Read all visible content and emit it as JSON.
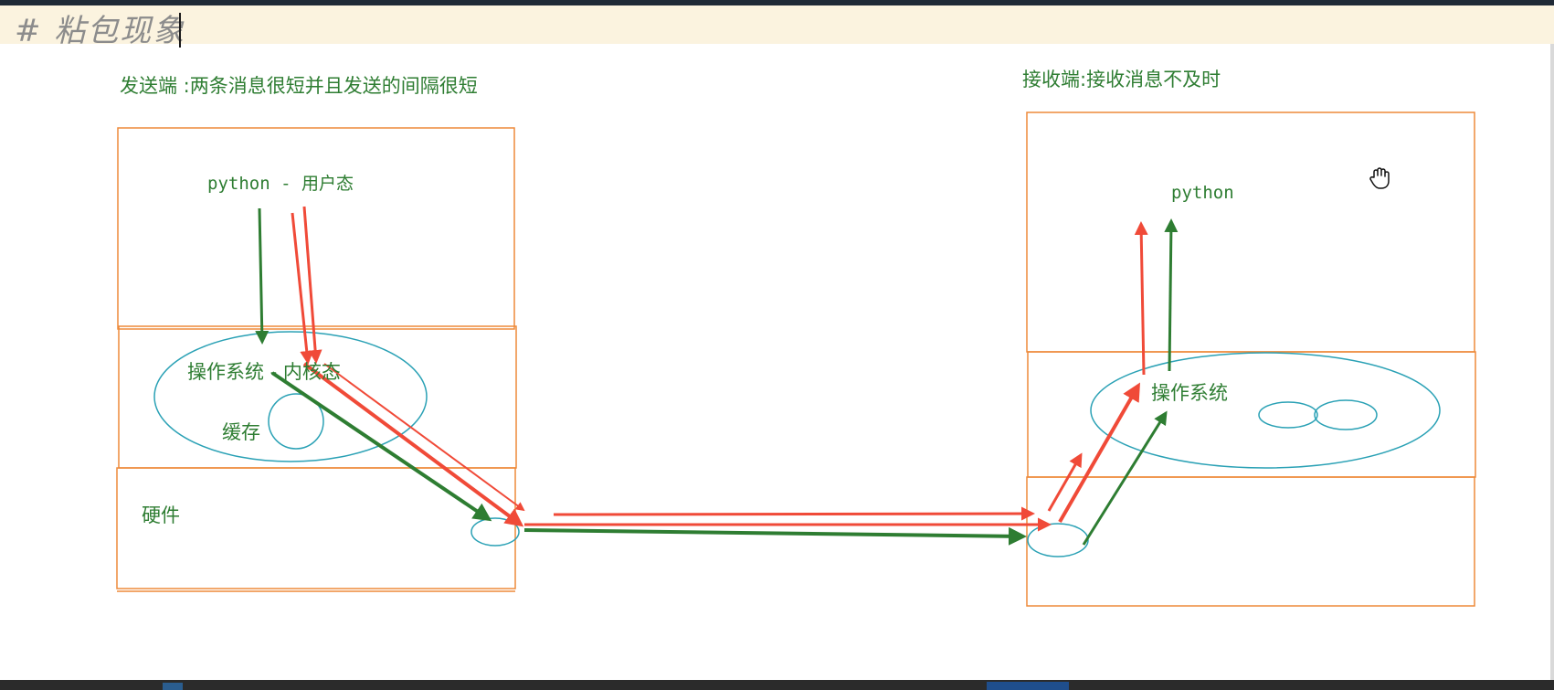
{
  "header": {
    "title": "# 粘包现象"
  },
  "sender": {
    "caption": "发送端 :两条消息很短并且发送的间隔很短",
    "user_layer": "python - 用户态",
    "kernel_layer": "操作系统 - 内核态",
    "cache": "缓存",
    "hardware": "硬件"
  },
  "receiver": {
    "caption": "接收端:接收消息不及时",
    "user_layer": "python",
    "os_layer": "操作系统"
  },
  "colors": {
    "box_border": "#ee8a3a",
    "ellipse": "#2aa1b5",
    "arrow_red": "#f04a38",
    "arrow_green": "#2e7d32",
    "text_green": "#2e7d32"
  },
  "icons": {
    "cursor": "hand-grab-icon"
  }
}
